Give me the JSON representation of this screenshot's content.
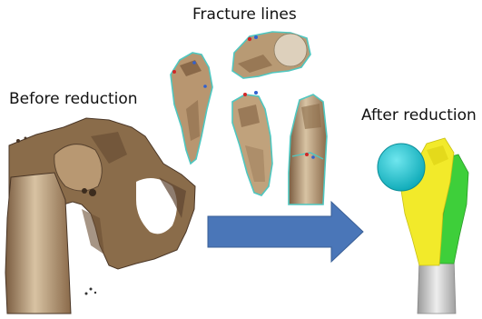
{
  "labels": {
    "fracture_lines": "Fracture lines",
    "before_reduction": "Before reduction",
    "after_reduction": "After reduction"
  },
  "colors": {
    "bone": "#c8a87e",
    "bone_dark": "#8a6a45",
    "bone_shadow": "#5c4430",
    "fracture_outline": "#4fc7c0",
    "arrow": "#4a76b8",
    "femoral_head": "#19c6d4",
    "segment_yellow": "#f2ea2a",
    "segment_green": "#3ecf3a",
    "shaft_grey": "#d9d9d9"
  }
}
